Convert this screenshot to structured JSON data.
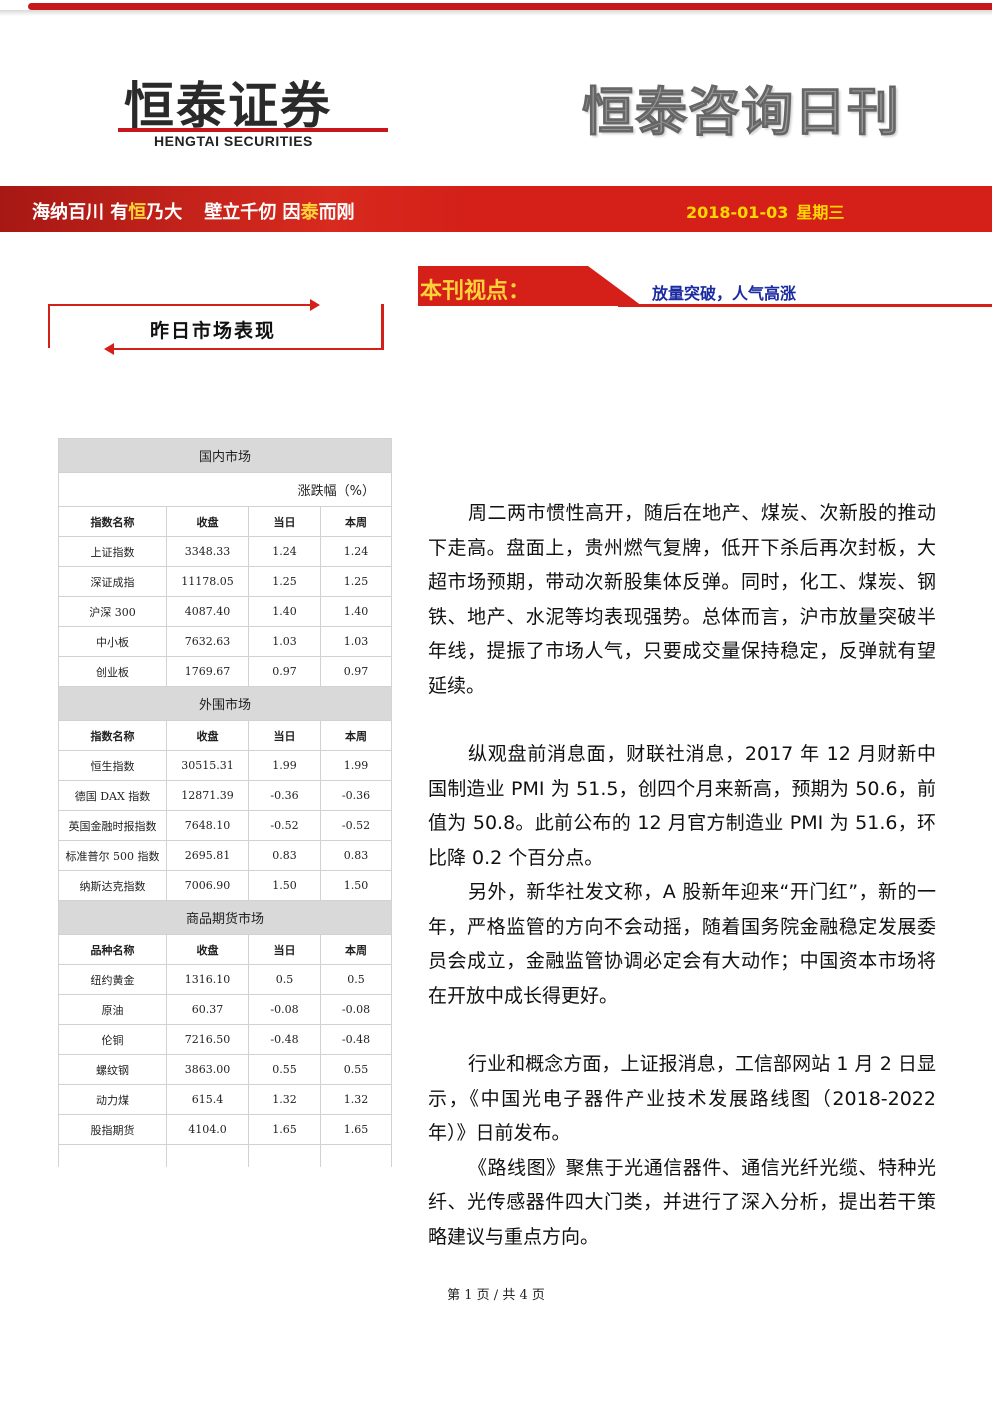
{
  "header": {
    "brand_cn": "恒泰证券",
    "brand_en": "HENGTAI SECURITIES",
    "publication": "恒泰咨询日刊",
    "slogan": {
      "part1_pre": "海纳百川 有",
      "part1_hi": "恒",
      "part1_post": "乃大",
      "part2_pre": "壁立千仞 因",
      "part2_hi": "泰",
      "part2_post": "而刚"
    },
    "date": "2018-01-03",
    "weekday": "星期三",
    "colors": {
      "brand_red": "#d42018",
      "accent_yellow": "#ffd800",
      "viewpoint_blue": "#1a2aa0"
    }
  },
  "viewpoint": {
    "label": "本刊视点：",
    "headline": "放量突破，人气高涨"
  },
  "market_section_title": "昨日市场表现",
  "market": {
    "change_unit": "涨跌幅（%）",
    "sections": [
      {
        "title": "国内市场",
        "headers": [
          "指数名称",
          "收盘",
          "当日",
          "本周"
        ],
        "rows": [
          [
            "上证指数",
            "3348.33",
            "1.24",
            "1.24"
          ],
          [
            "深证成指",
            "11178.05",
            "1.25",
            "1.25"
          ],
          [
            "沪深 300",
            "4087.40",
            "1.40",
            "1.40"
          ],
          [
            "中小板",
            "7632.63",
            "1.03",
            "1.03"
          ],
          [
            "创业板",
            "1769.67",
            "0.97",
            "0.97"
          ]
        ]
      },
      {
        "title": "外围市场",
        "headers": [
          "指数名称",
          "收盘",
          "当日",
          "本周"
        ],
        "rows": [
          [
            "恒生指数",
            "30515.31",
            "1.99",
            "1.99"
          ],
          [
            "德国 DAX 指数",
            "12871.39",
            "-0.36",
            "-0.36"
          ],
          [
            "英国金融时报指数",
            "7648.10",
            "-0.52",
            "-0.52"
          ],
          [
            "标准普尔 500 指数",
            "2695.81",
            "0.83",
            "0.83"
          ],
          [
            "纳斯达克指数",
            "7006.90",
            "1.50",
            "1.50"
          ]
        ]
      },
      {
        "title": "商品期货市场",
        "headers": [
          "品种名称",
          "收盘",
          "当日",
          "本周"
        ],
        "rows": [
          [
            "纽约黄金",
            "1316.10",
            "0.5",
            "0.5"
          ],
          [
            "原油",
            "60.37",
            "-0.08",
            "-0.08"
          ],
          [
            "伦铜",
            "7216.50",
            "-0.48",
            "-0.48"
          ],
          [
            "螺纹钢",
            "3863.00",
            "0.55",
            "0.55"
          ],
          [
            "动力煤",
            "615.4",
            "1.32",
            "1.32"
          ],
          [
            "股指期货",
            "4104.0",
            "1.65",
            "1.65"
          ]
        ]
      }
    ]
  },
  "article": {
    "p1": "周二两市惯性高开，随后在地产、煤炭、次新股的推动下走高。盘面上，贵州燃气复牌，低开下杀后再次封板，大超市场预期，带动次新股集体反弹。同时，化工、煤炭、钢铁、地产、水泥等均表现强势。总体而言，沪市放量突破半年线，提振了市场人气，只要成交量保持稳定，反弹就有望延续。",
    "p2": "纵观盘前消息面，财联社消息，2017 年 12 月财新中国制造业 PMI 为 51.5，创四个月来新高，预期为 50.6，前值为 50.8。此前公布的 12 月官方制造业 PMI 为 51.6，环比降 0.2 个百分点。",
    "p3": "另外，新华社发文称，A 股新年迎来“开门红”，新的一年，严格监管的方向不会动摇，随着国务院金融稳定发展委员会成立，金融监管协调必定会有大动作；中国资本市场将在开放中成长得更好。",
    "p4": "行业和概念方面，上证报消息，工信部网站 1 月 2 日显示，《中国光电子器件产业技术发展路线图（2018-2022 年）》日前发布。",
    "p5": "《路线图》聚焦于光通信器件、通信光纤光缆、特种光纤、光传感器件四大门类，并进行了深入分析，提出若干策略建议与重点方向。"
  },
  "footer": {
    "page": "第 1 页 / 共 4 页"
  }
}
